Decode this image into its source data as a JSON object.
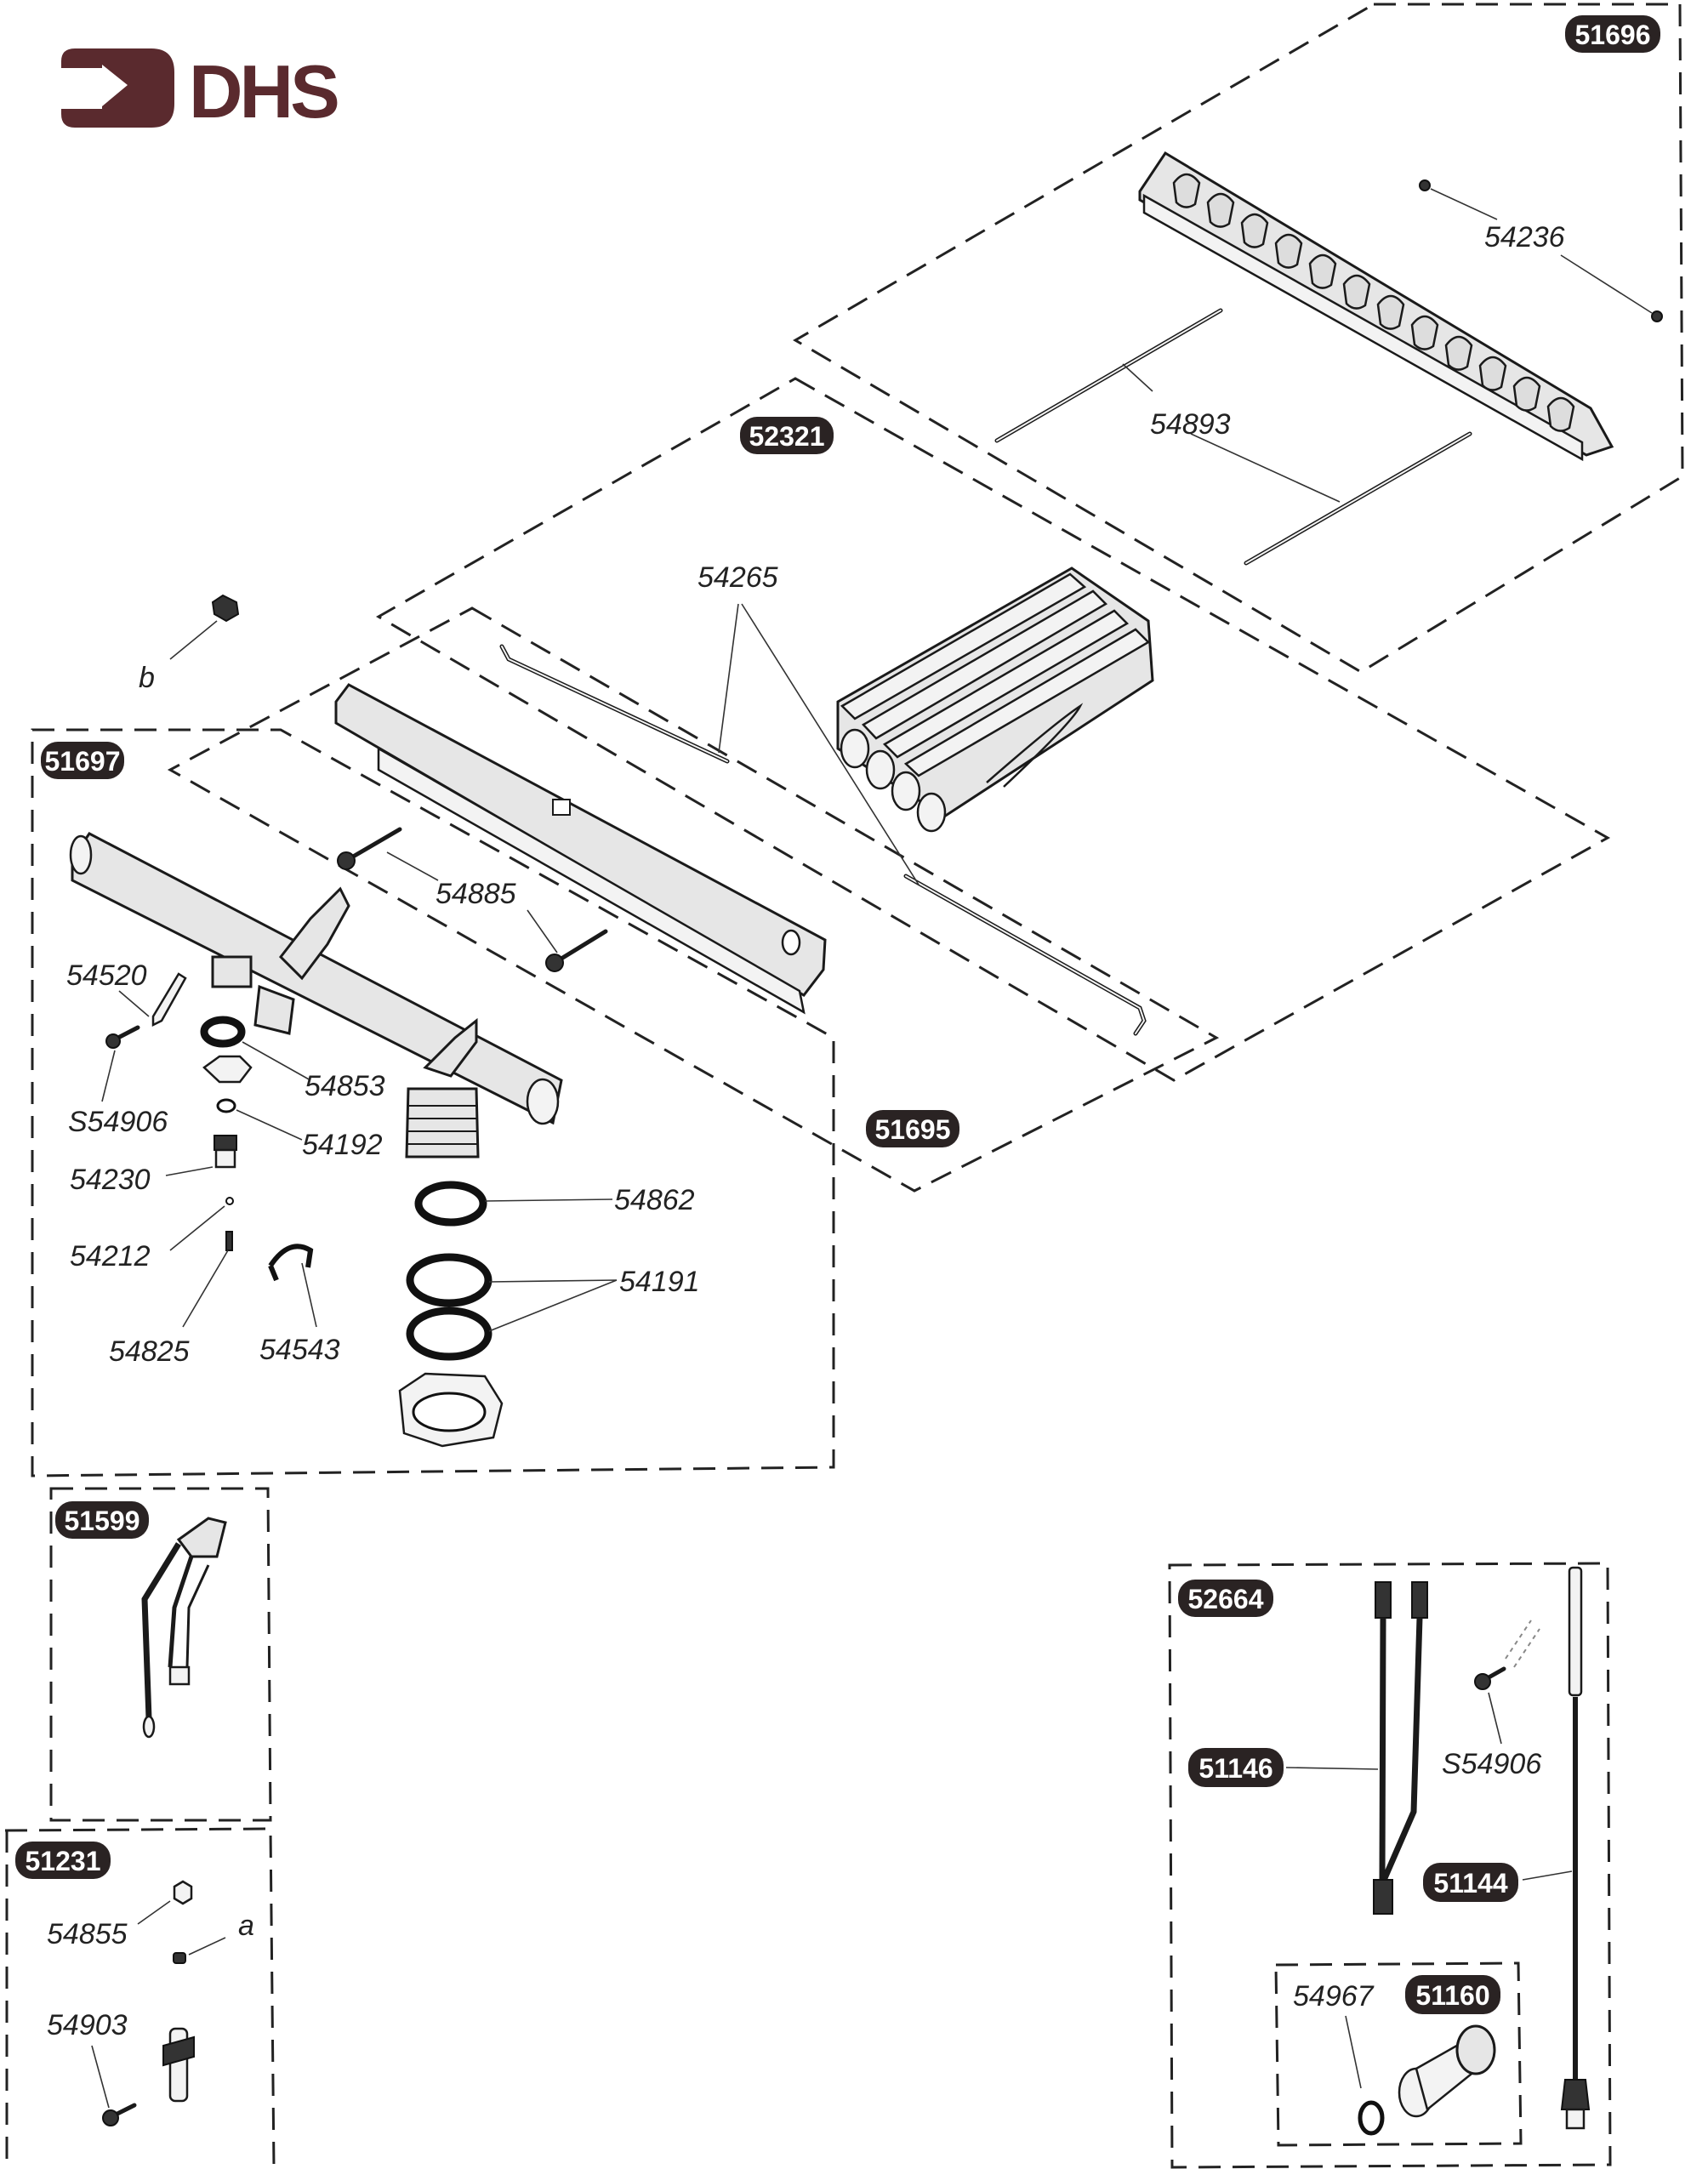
{
  "brand": {
    "name": "DHS",
    "color": "#5a2a2e"
  },
  "assemblies": {
    "a51696": "51696",
    "a52321": "52321",
    "a51697": "51697",
    "a51695": "51695",
    "a51599": "51599",
    "a51231": "51231",
    "a52664": "52664",
    "a51146": "51146",
    "a51144": "51144",
    "a51160": "51160"
  },
  "parts": {
    "p54236": "54236",
    "p54893": "54893",
    "p54265": "54265",
    "p54885": "54885",
    "p54520": "54520",
    "p54853": "54853",
    "pS54906_a": "S54906",
    "p54192": "54192",
    "p54230": "54230",
    "p54862": "54862",
    "p54212": "54212",
    "p54191": "54191",
    "p54825": "54825",
    "p54543": "54543",
    "p54855": "54855",
    "p54903": "54903",
    "pS54906_b": "S54906",
    "p54967": "54967"
  },
  "callouts": {
    "a": "a",
    "b": "b"
  }
}
